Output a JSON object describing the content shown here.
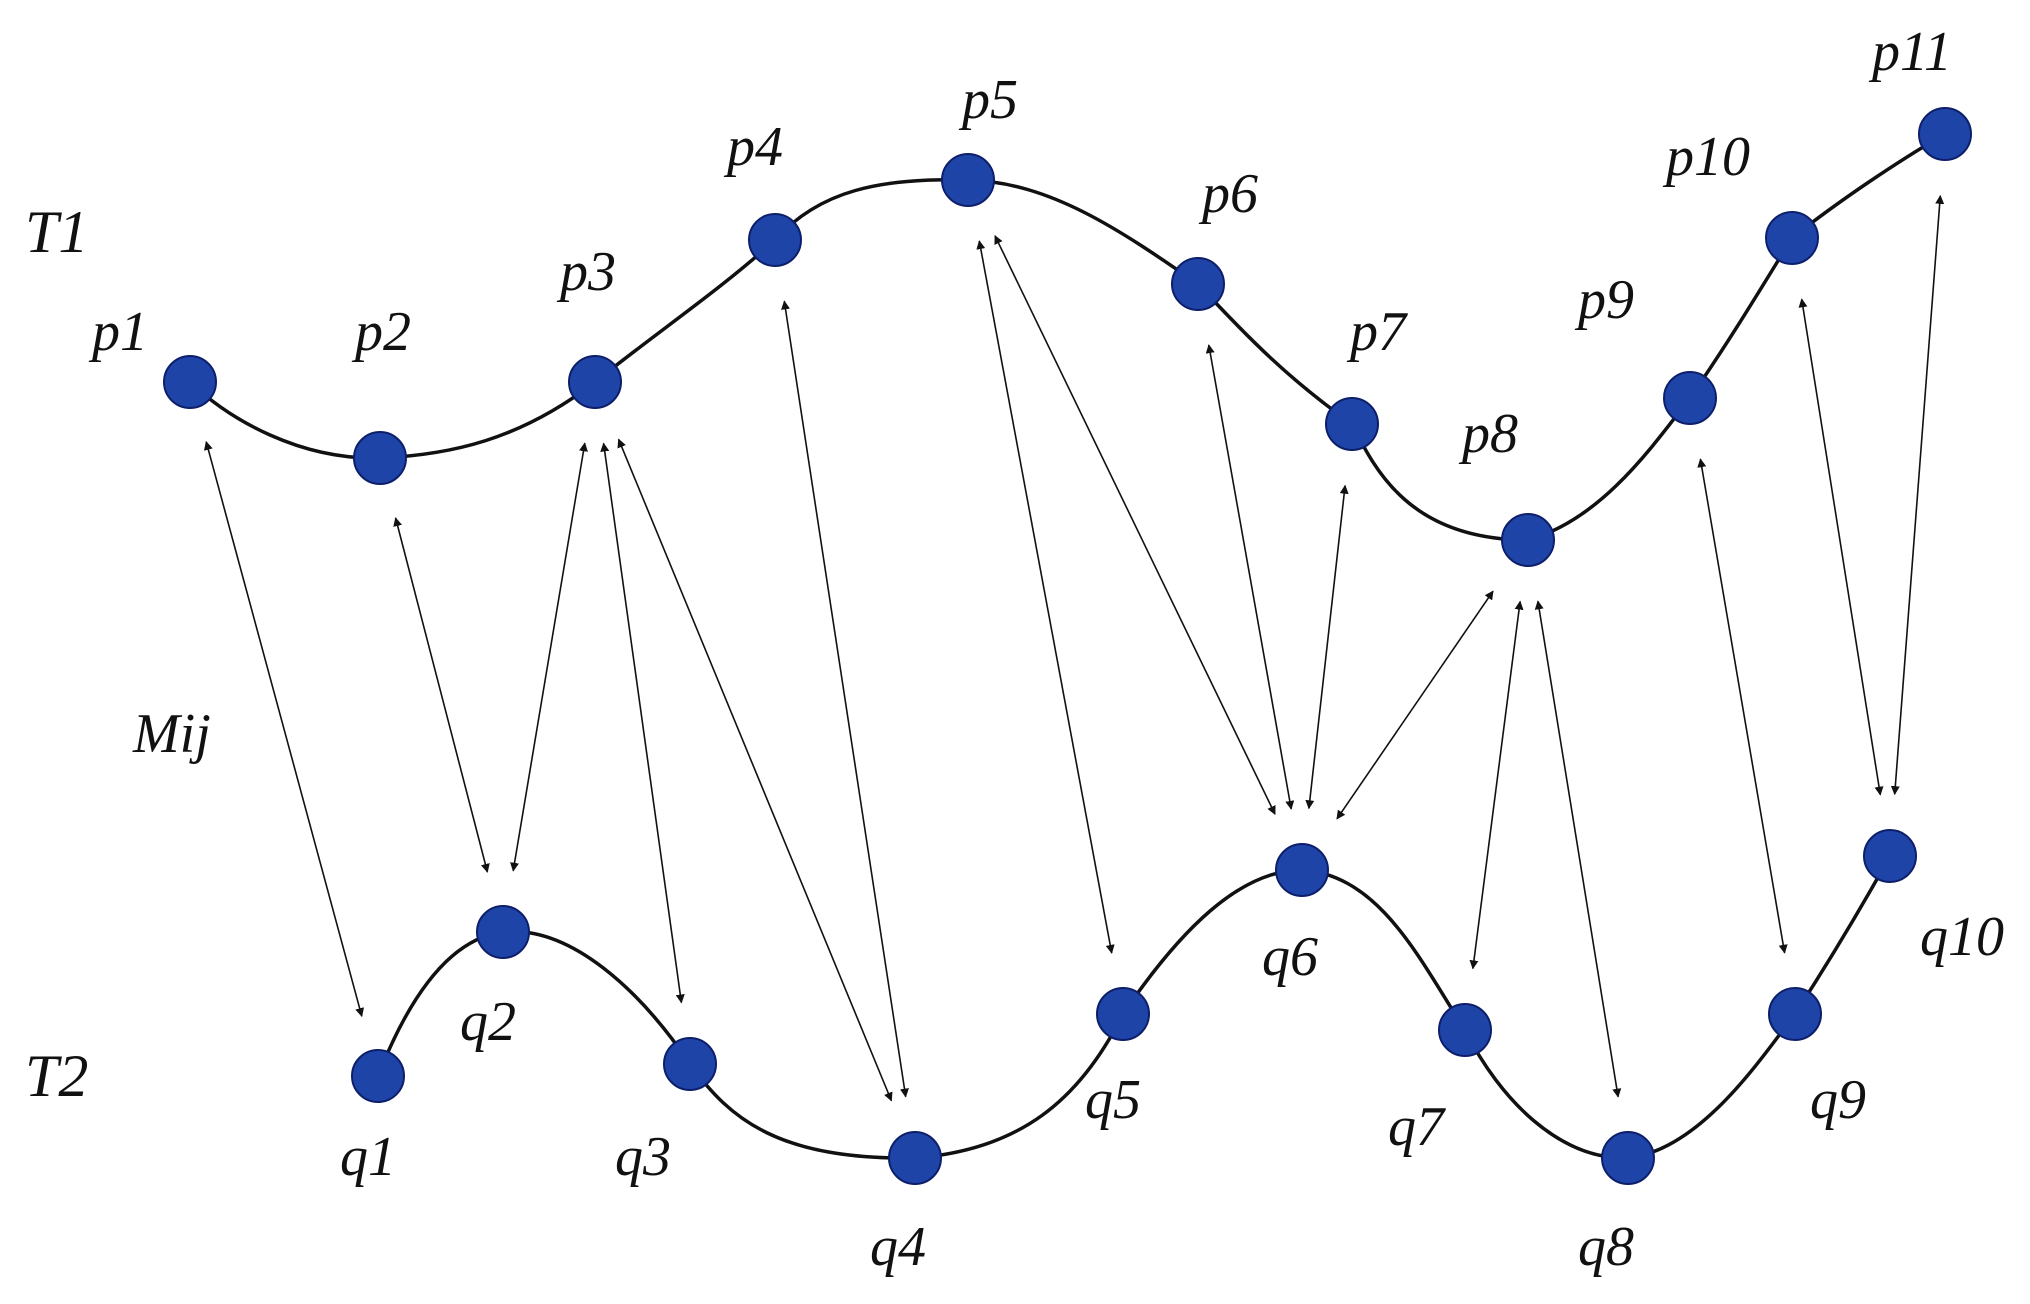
{
  "colors": {
    "node_fill": "#1f44a8",
    "line": "#111111",
    "background": "#ffffff"
  },
  "tracks": {
    "t1_label": "T1",
    "t2_label": "T2"
  },
  "match_label": "Mij",
  "points_t1": [
    "p1",
    "p2",
    "p3",
    "p4",
    "p5",
    "p6",
    "p7",
    "p8",
    "p9",
    "p10",
    "p11"
  ],
  "points_t2": [
    "q1",
    "q2",
    "q3",
    "q4",
    "q5",
    "q6",
    "q7",
    "q8",
    "q9",
    "q10"
  ],
  "matches": [
    [
      "p1",
      "q1"
    ],
    [
      "p2",
      "q2"
    ],
    [
      "p3",
      "q2"
    ],
    [
      "p3",
      "q3"
    ],
    [
      "p3",
      "q4"
    ],
    [
      "p4",
      "q4"
    ],
    [
      "p5",
      "q6"
    ],
    [
      "p5",
      "q5"
    ],
    [
      "p6",
      "q6"
    ],
    [
      "p7",
      "q6"
    ],
    [
      "p8",
      "q6"
    ],
    [
      "p8",
      "q7"
    ],
    [
      "p8",
      "q8"
    ],
    [
      "p9",
      "q9"
    ],
    [
      "p10",
      "q10"
    ],
    [
      "p11",
      "q10"
    ]
  ]
}
